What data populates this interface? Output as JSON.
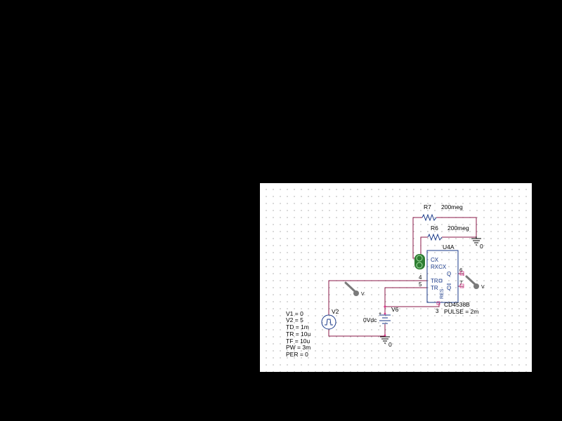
{
  "components": {
    "r7": {
      "ref": "R7",
      "value": "200meg"
    },
    "r6": {
      "ref": "R6",
      "value": "200meg"
    },
    "u4a": {
      "ref": "U4A",
      "part": "CD4538B",
      "param": "PULSE = 2m",
      "pins": {
        "cx": "CX",
        "rxcx": "RXCX",
        "tr_plus": "TR",
        "tr_minus": "TR",
        "q": "Q",
        "qbar": "Q",
        "reset": "RES"
      },
      "pin_numbers": {
        "p4": "4",
        "p5": "5",
        "p6": "6",
        "p7": "7",
        "p3": "3"
      }
    },
    "v2": {
      "ref": "V2",
      "params": [
        "V1 = 0",
        "V2 = 5",
        "TD = 1m",
        "TR = 10u",
        "TF = 10u",
        "PW = 3m",
        "PER = 0"
      ]
    },
    "v6": {
      "ref": "V6",
      "value": "0Vdc",
      "plus": "+",
      "minus": "-"
    }
  },
  "grounds": {
    "g1": "0",
    "g2": "0"
  },
  "probes": {
    "probe1": "V",
    "probe2": "V"
  },
  "colors": {
    "wire": "#8b1a4a",
    "part": "#1a3a8a",
    "probe": "#7a7a7a",
    "cap_green": "#2e7d32",
    "pin_dot": "#d63a8a"
  }
}
